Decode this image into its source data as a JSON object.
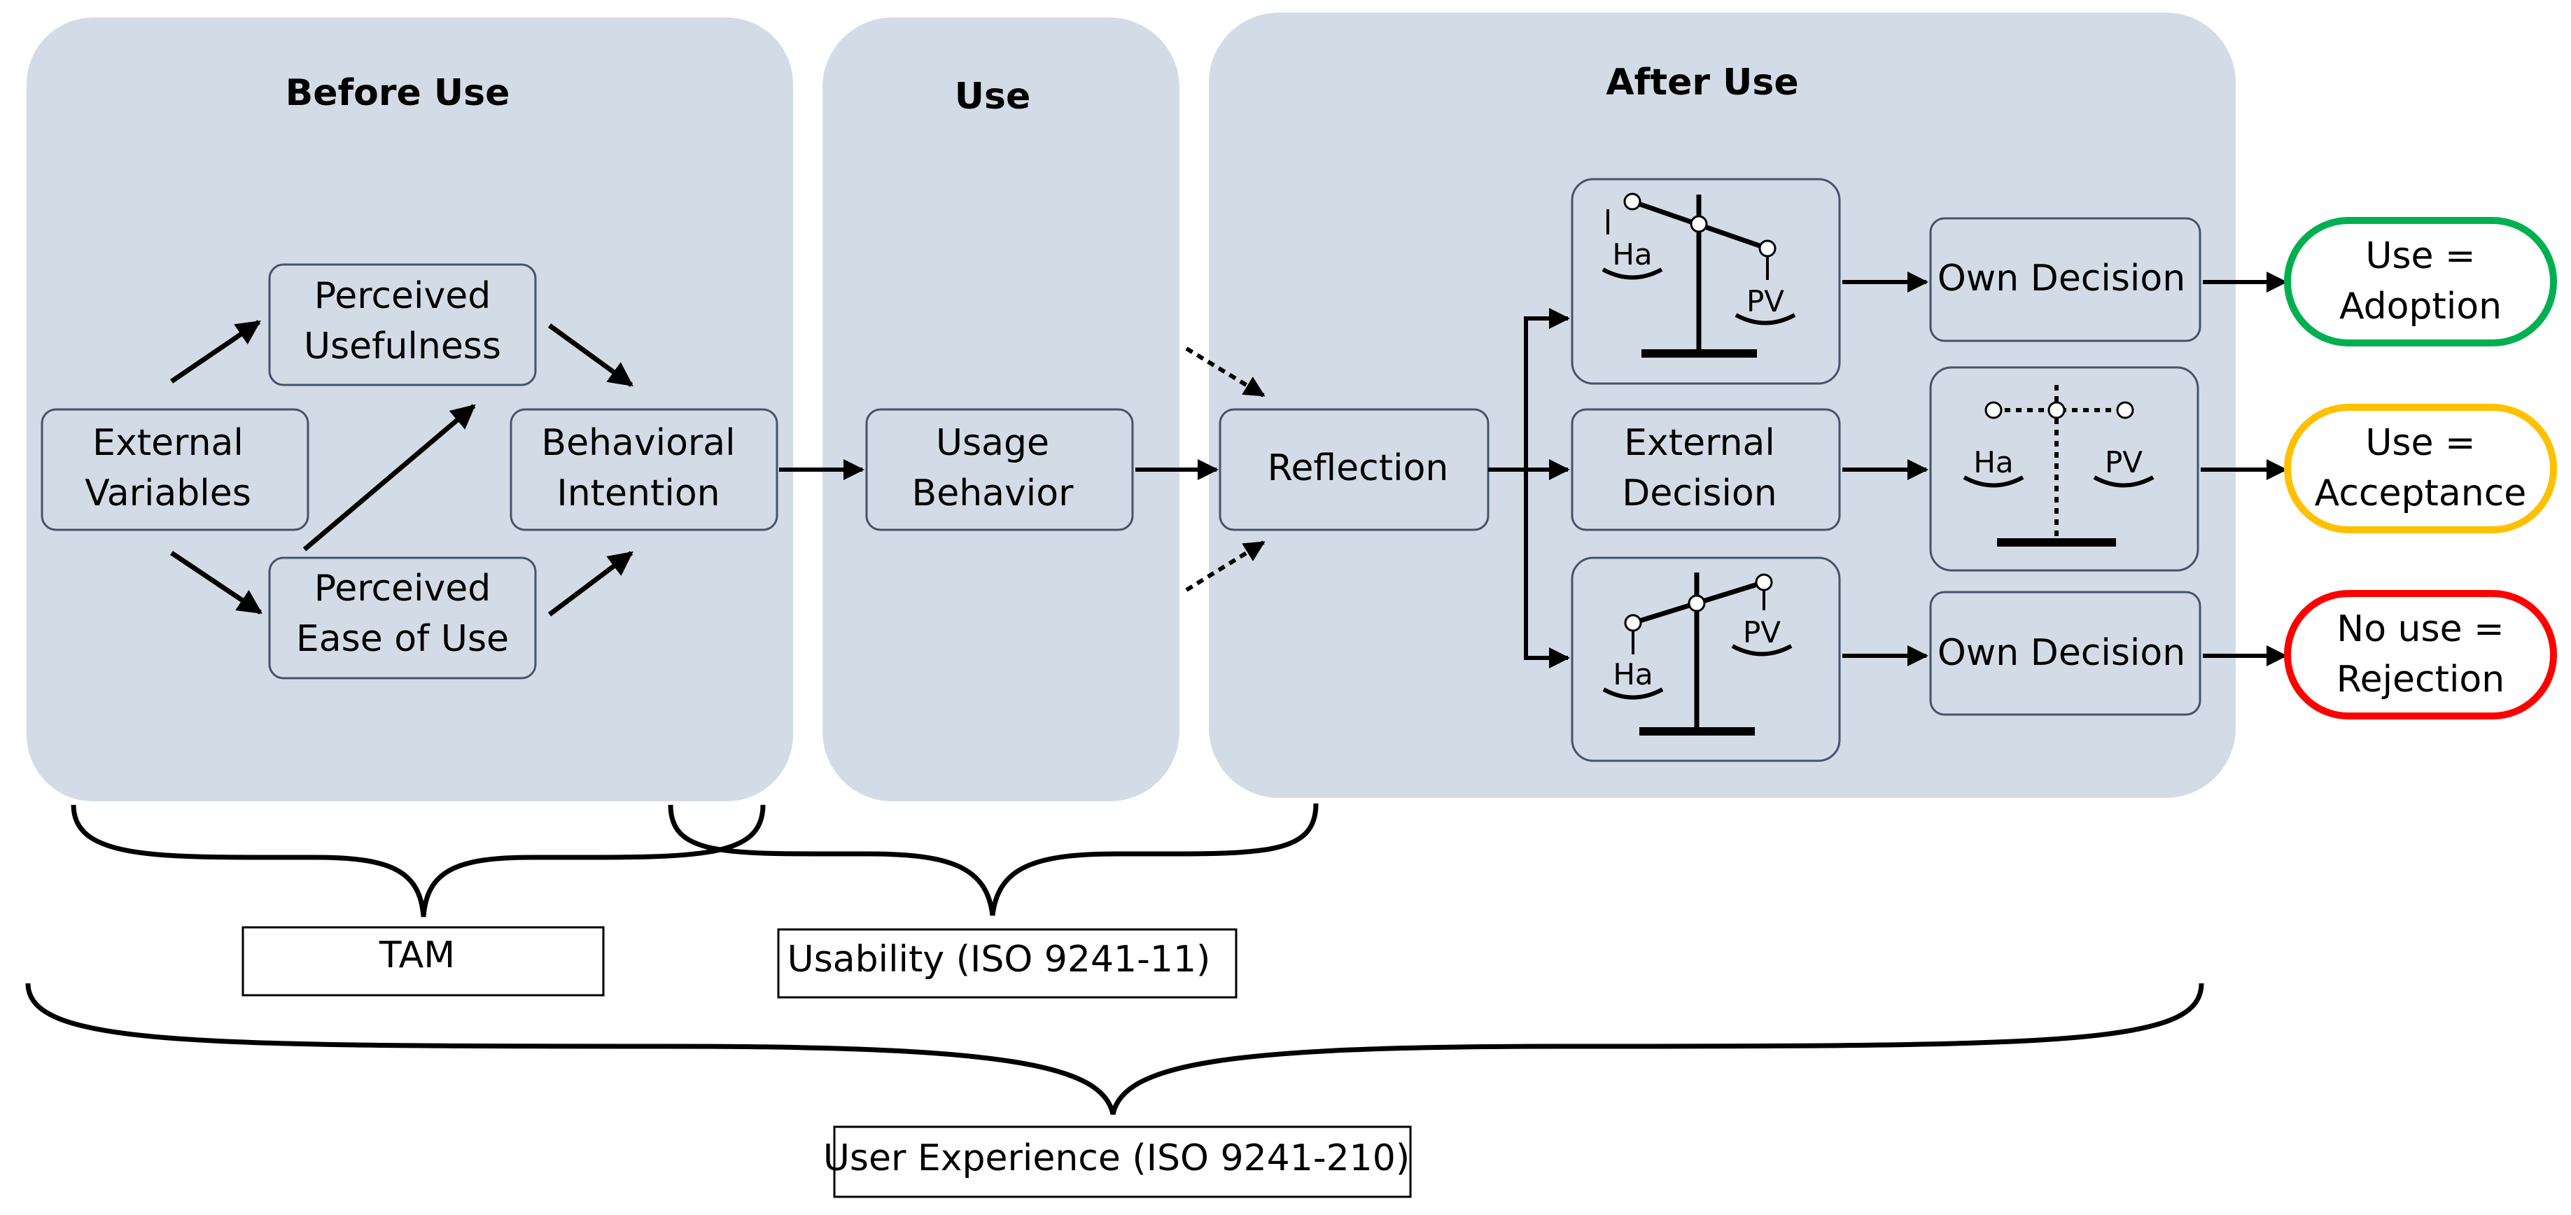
{
  "phases": {
    "before_use": "Before Use",
    "use": "Use",
    "after_use": "After Use"
  },
  "boxes": {
    "external_variables": [
      "External",
      "Variables"
    ],
    "perceived_usefulness": [
      "Perceived",
      "Usefulness"
    ],
    "perceived_ease_of_use": [
      "Perceived",
      "Ease of Use"
    ],
    "behavioral_intention": [
      "Behavioral",
      "Intention"
    ],
    "usage_behavior": [
      "Usage",
      "Behavior"
    ],
    "reflection": "Reflection",
    "external_decision": [
      "External",
      "Decision"
    ],
    "own_decision_top": "Own Decision",
    "own_decision_bottom": "Own Decision"
  },
  "scales": {
    "left_label": "Ha",
    "right_label": "PV"
  },
  "outcomes": {
    "adoption": [
      "Use =",
      "Adoption"
    ],
    "acceptance": [
      "Use =",
      "Acceptance"
    ],
    "rejection": [
      "No use =",
      "Rejection"
    ]
  },
  "brace_labels": {
    "tam": "TAM",
    "usability": "Usability (ISO 9241-11)",
    "user_experience": "User Experience (ISO 9241-210)"
  },
  "colors": {
    "panel_fill": "#d3dce6",
    "box_fill": "#d3dce6",
    "box_stroke": "#44546a",
    "adoption": "#00b050",
    "acceptance": "#ffc000",
    "rejection": "#ff0000"
  }
}
